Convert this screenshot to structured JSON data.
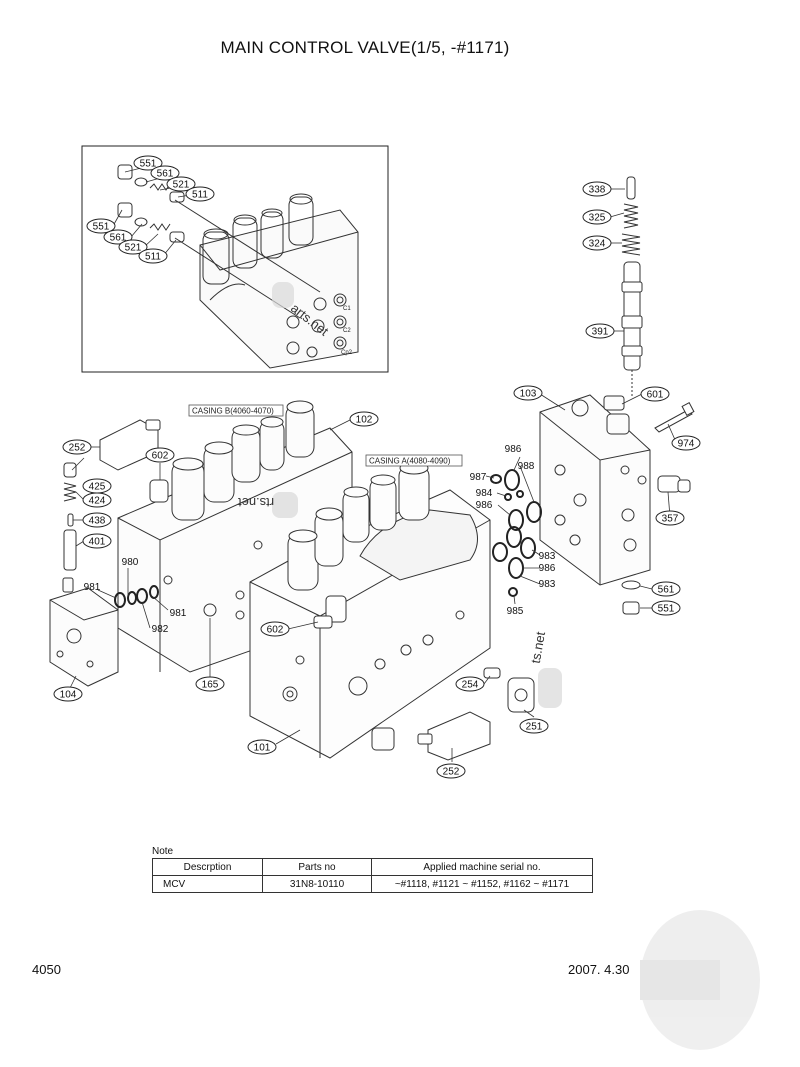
{
  "title": "MAIN CONTROL VALVE(1/5, -#1171)",
  "casing_labels": {
    "casing_b": "CASING B(4060-4070)",
    "casing_a": "CASING A(4080-4090)"
  },
  "port_labels": [
    "C1",
    "C2",
    "Cp2"
  ],
  "watermarks": [
    "arts.net",
    "ts.net",
    "rts.net"
  ],
  "callouts": [
    "551",
    "561",
    "521",
    "511",
    "551",
    "561",
    "521",
    "511",
    "338",
    "325",
    "324",
    "391",
    "103",
    "601",
    "974",
    "357",
    "561",
    "551",
    "102",
    "252",
    "602",
    "425",
    "424",
    "438",
    "401",
    "980",
    "981",
    "981",
    "982",
    "104",
    "165",
    "602",
    "101",
    "252",
    "254",
    "251",
    "986",
    "987",
    "988",
    "984",
    "986",
    "983",
    "986",
    "983",
    "985"
  ],
  "note": {
    "label": "Note",
    "headers": [
      "Descrption",
      "Parts no",
      "Applied machine serial no."
    ],
    "rows": [
      [
        "MCV",
        "31N8-10110",
        "~#1118, #1121 ~ #1152, #1162 ~ #1171"
      ]
    ]
  },
  "footer": {
    "page_number": "4050",
    "date": "2007. 4.30"
  }
}
